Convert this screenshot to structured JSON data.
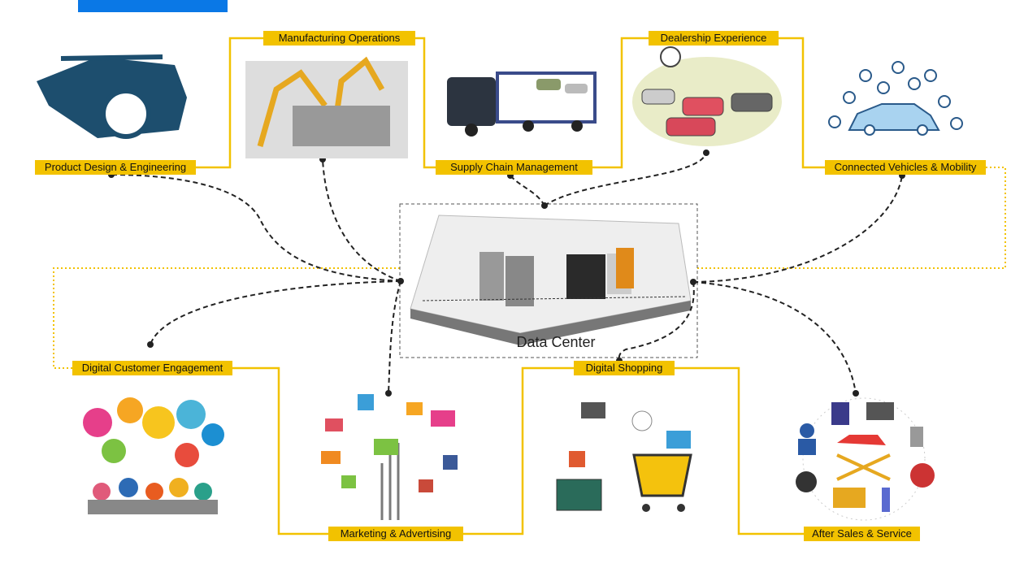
{
  "colors": {
    "accent": "#f2c200",
    "connector": "#222222",
    "banner": "#0a78e6"
  },
  "center": {
    "label": "Data Center",
    "icon": "data-center-illustration"
  },
  "nodes": [
    {
      "id": "product-design",
      "label": "Product  Design & Engineering",
      "icon": "sports-car-icon"
    },
    {
      "id": "manufacturing",
      "label": "Manufacturing Operations",
      "icon": "robot-arm-icon"
    },
    {
      "id": "supply-chain",
      "label": "Supply Chain Management",
      "icon": "car-carrier-truck-icon"
    },
    {
      "id": "dealership",
      "label": "Dealership Experience",
      "icon": "car-lot-icon"
    },
    {
      "id": "connected",
      "label": "Connected Vehicles & Mobility",
      "icon": "connected-car-icon"
    },
    {
      "id": "customer-engagement",
      "label": "Digital Customer Engagement",
      "icon": "people-chat-icon"
    },
    {
      "id": "marketing",
      "label": "Marketing & Advertising",
      "icon": "media-tree-icon"
    },
    {
      "id": "shopping",
      "label": "Digital Shopping",
      "icon": "shopping-cart-icon"
    },
    {
      "id": "after-sales",
      "label": "After Sales & Service",
      "icon": "car-service-icon"
    }
  ]
}
